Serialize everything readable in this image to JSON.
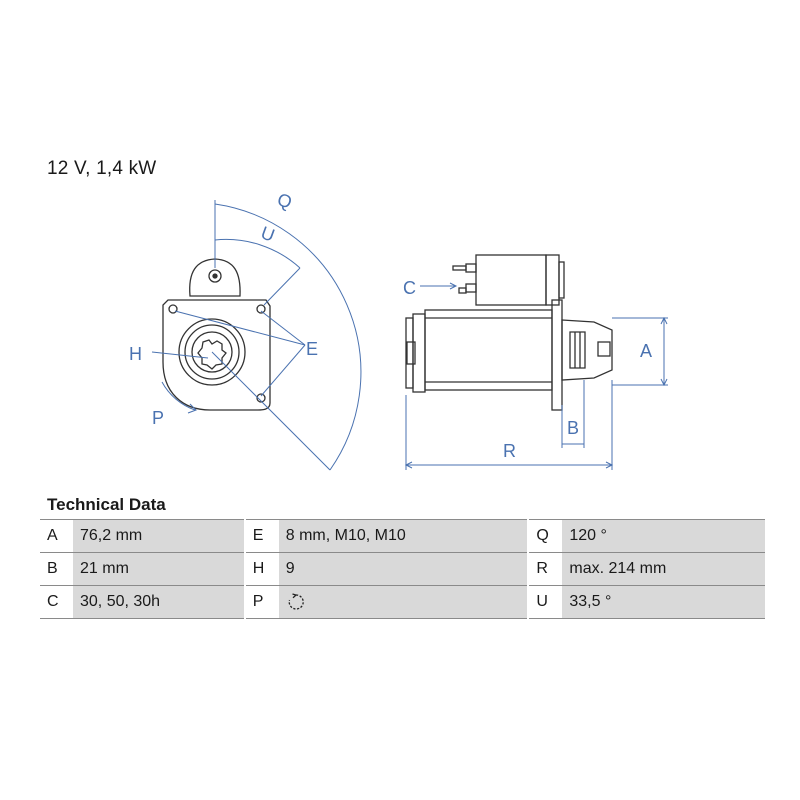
{
  "headline": "12 V, 1,4 kW",
  "diagram": {
    "labels": {
      "Q": "Q",
      "U": "U",
      "C": "C",
      "H": "H",
      "E": "E",
      "P": "P",
      "A": "A",
      "B": "B",
      "R": "R"
    },
    "line_color": "#4a72b0",
    "drawing_color": "#333333"
  },
  "technical_data": {
    "title": "Technical Data",
    "rows": [
      [
        {
          "key": "A",
          "value": "76,2 mm"
        },
        {
          "key": "E",
          "value": "8 mm, M10, M10"
        },
        {
          "key": "Q",
          "value": "120 °"
        }
      ],
      [
        {
          "key": "B",
          "value": "21 mm"
        },
        {
          "key": "H",
          "value": "9"
        },
        {
          "key": "R",
          "value": "max. 214 mm"
        }
      ],
      [
        {
          "key": "C",
          "value": "30, 50, 30h"
        },
        {
          "key": "P",
          "value": "",
          "icon": "clockwise-rotation-icon"
        },
        {
          "key": "U",
          "value": "33,5 °"
        }
      ]
    ]
  }
}
